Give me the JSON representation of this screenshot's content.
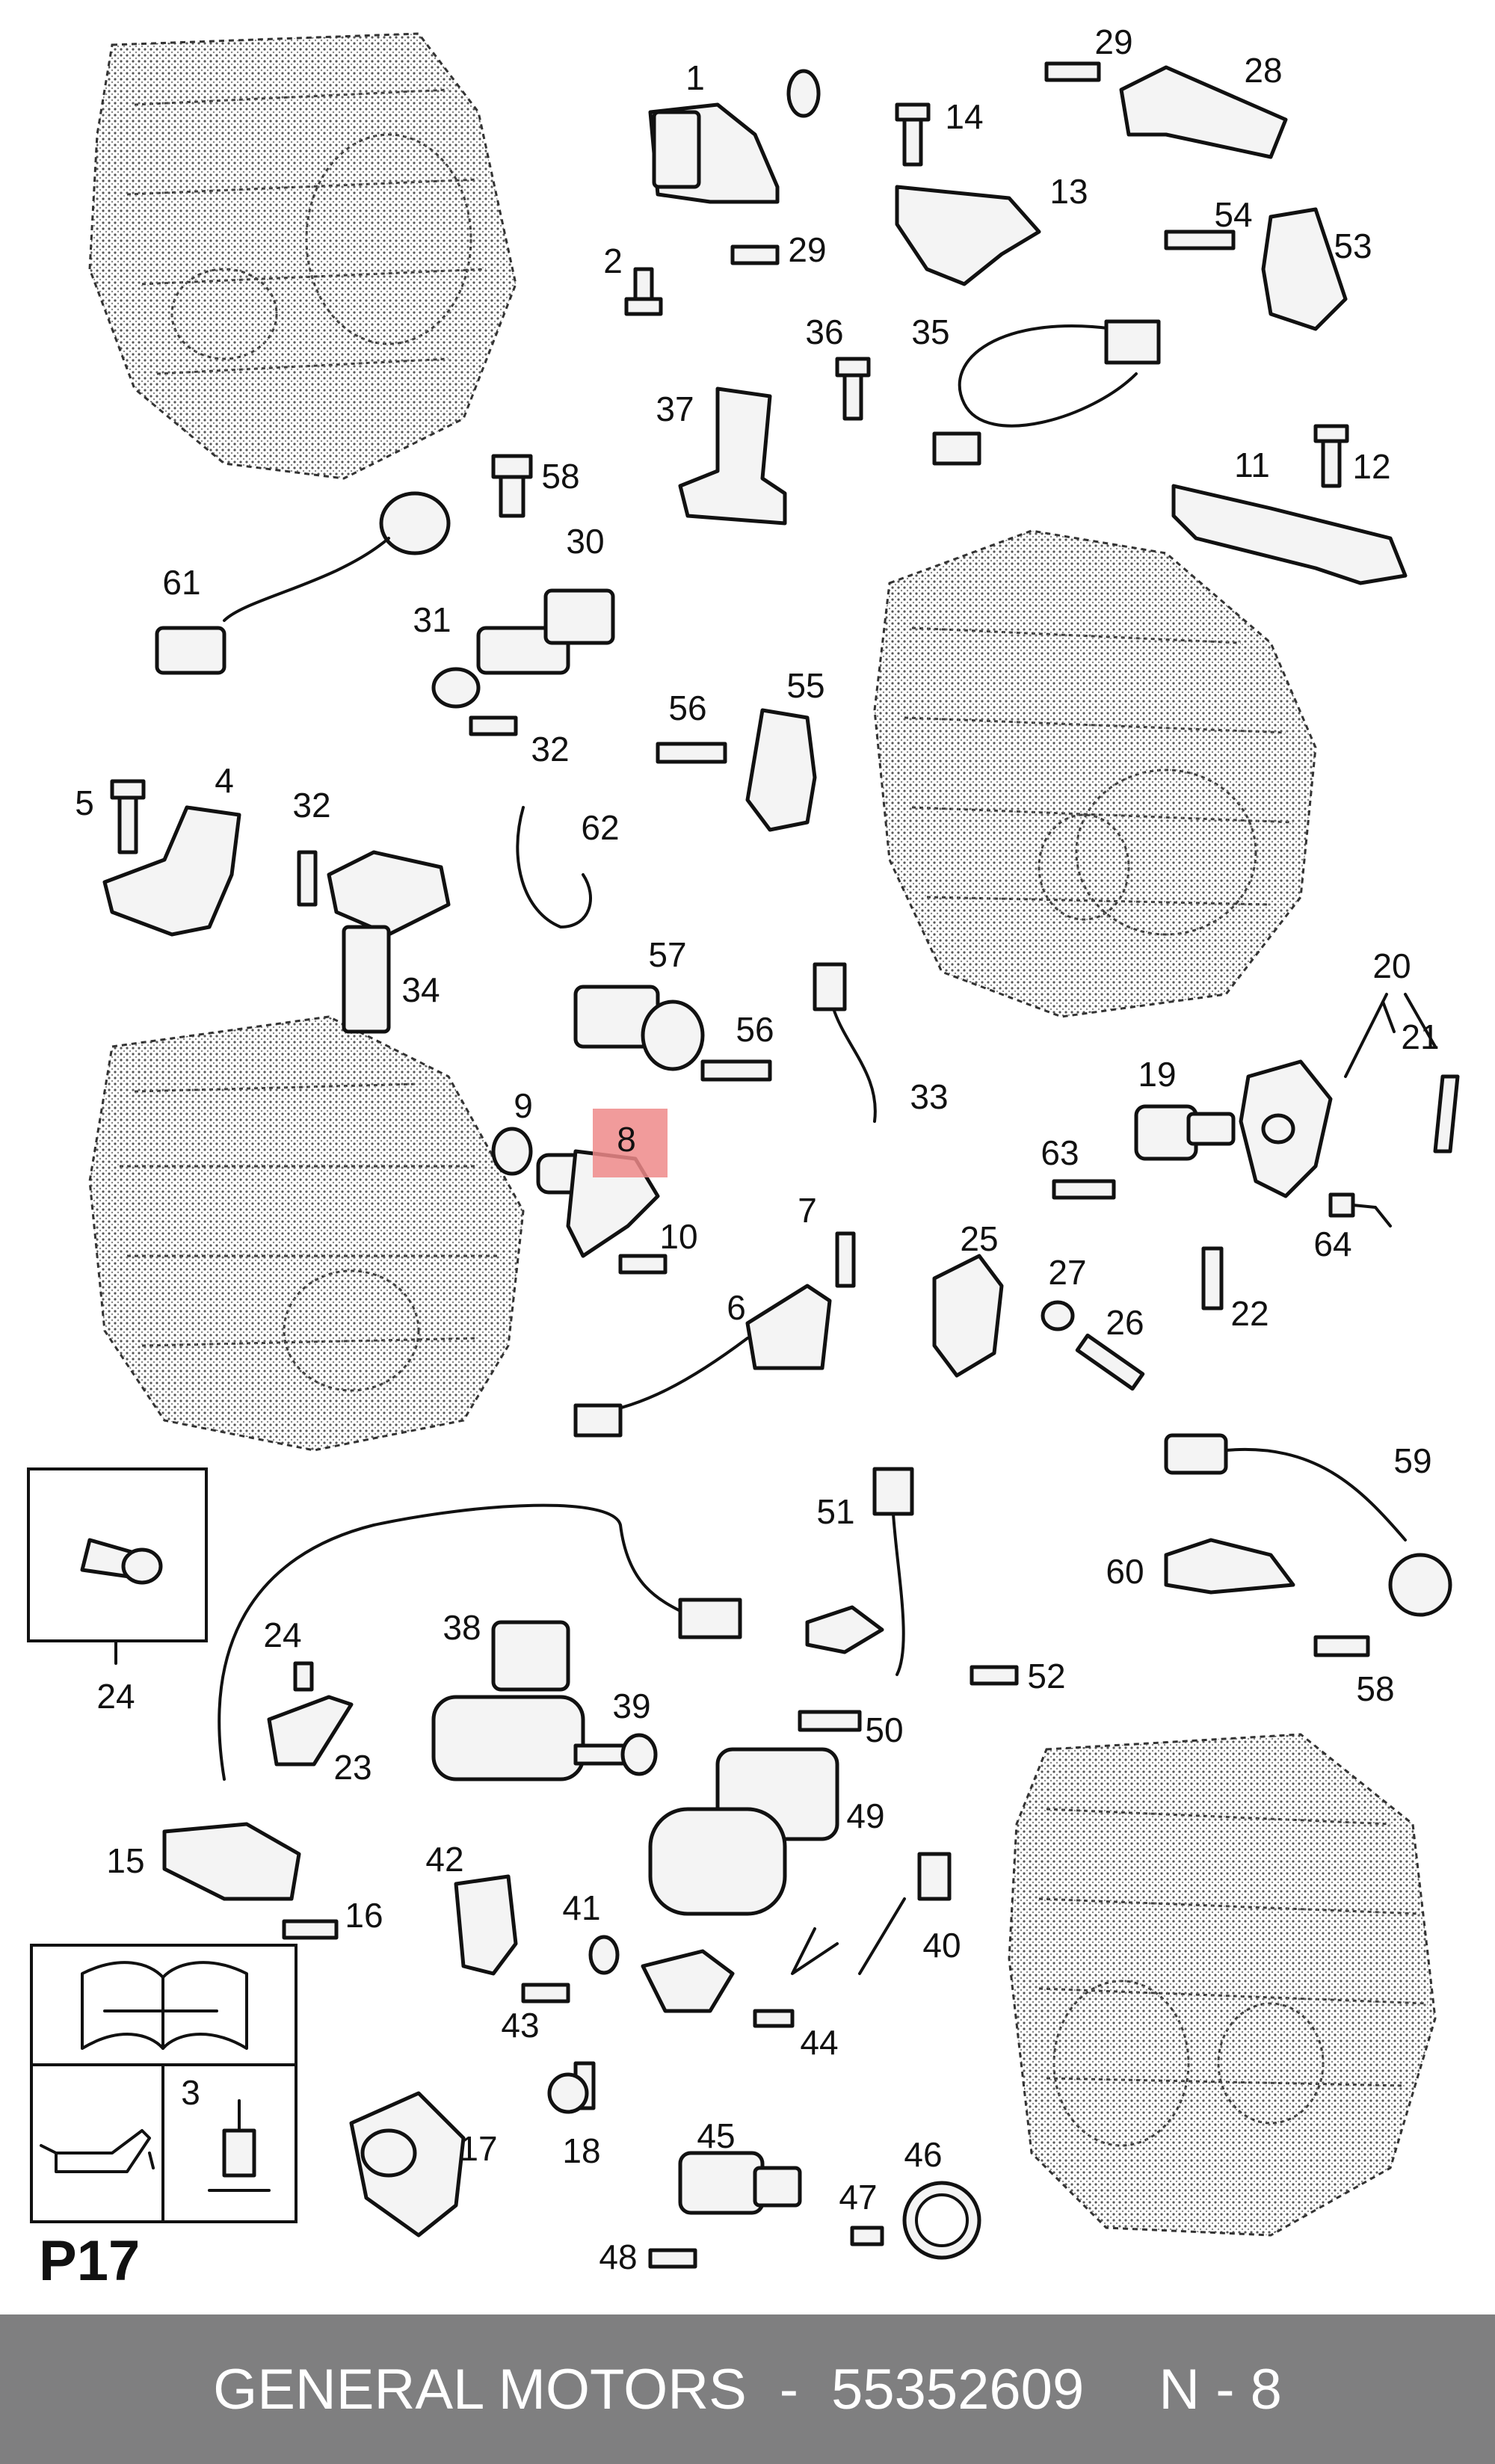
{
  "diagram": {
    "page_code": "P17",
    "highlighted_callout": "8",
    "callouts": [
      {
        "id": "c1",
        "text": "1"
      },
      {
        "id": "c2",
        "text": "2"
      },
      {
        "id": "c3",
        "text": "3"
      },
      {
        "id": "c4",
        "text": "4"
      },
      {
        "id": "c5",
        "text": "5"
      },
      {
        "id": "c6",
        "text": "6"
      },
      {
        "id": "c7",
        "text": "7"
      },
      {
        "id": "c8",
        "text": "8"
      },
      {
        "id": "c9",
        "text": "9"
      },
      {
        "id": "c10",
        "text": "10"
      },
      {
        "id": "c11",
        "text": "11"
      },
      {
        "id": "c12",
        "text": "12"
      },
      {
        "id": "c13",
        "text": "13"
      },
      {
        "id": "c14",
        "text": "14"
      },
      {
        "id": "c15",
        "text": "15"
      },
      {
        "id": "c16",
        "text": "16"
      },
      {
        "id": "c17",
        "text": "17"
      },
      {
        "id": "c18",
        "text": "18"
      },
      {
        "id": "c19",
        "text": "19"
      },
      {
        "id": "c20",
        "text": "20"
      },
      {
        "id": "c21",
        "text": "21"
      },
      {
        "id": "c22",
        "text": "22"
      },
      {
        "id": "c23",
        "text": "23"
      },
      {
        "id": "c24a",
        "text": "24"
      },
      {
        "id": "c24b",
        "text": "24"
      },
      {
        "id": "c25",
        "text": "25"
      },
      {
        "id": "c26",
        "text": "26"
      },
      {
        "id": "c27",
        "text": "27"
      },
      {
        "id": "c28",
        "text": "28"
      },
      {
        "id": "c29a",
        "text": "29"
      },
      {
        "id": "c29b",
        "text": "29"
      },
      {
        "id": "c30",
        "text": "30"
      },
      {
        "id": "c31",
        "text": "31"
      },
      {
        "id": "c32a",
        "text": "32"
      },
      {
        "id": "c32b",
        "text": "32"
      },
      {
        "id": "c33",
        "text": "33"
      },
      {
        "id": "c34",
        "text": "34"
      },
      {
        "id": "c35",
        "text": "35"
      },
      {
        "id": "c36",
        "text": "36"
      },
      {
        "id": "c37",
        "text": "37"
      },
      {
        "id": "c38",
        "text": "38"
      },
      {
        "id": "c39",
        "text": "39"
      },
      {
        "id": "c40",
        "text": "40"
      },
      {
        "id": "c41",
        "text": "41"
      },
      {
        "id": "c42",
        "text": "42"
      },
      {
        "id": "c43",
        "text": "43"
      },
      {
        "id": "c44",
        "text": "44"
      },
      {
        "id": "c45",
        "text": "45"
      },
      {
        "id": "c46",
        "text": "46"
      },
      {
        "id": "c47",
        "text": "47"
      },
      {
        "id": "c48",
        "text": "48"
      },
      {
        "id": "c49",
        "text": "49"
      },
      {
        "id": "c50",
        "text": "50"
      },
      {
        "id": "c51",
        "text": "51"
      },
      {
        "id": "c52",
        "text": "52"
      },
      {
        "id": "c53",
        "text": "53"
      },
      {
        "id": "c54",
        "text": "54"
      },
      {
        "id": "c55",
        "text": "55"
      },
      {
        "id": "c56a",
        "text": "56"
      },
      {
        "id": "c56b",
        "text": "56"
      },
      {
        "id": "c57",
        "text": "57"
      },
      {
        "id": "c58a",
        "text": "58"
      },
      {
        "id": "c58b",
        "text": "58"
      },
      {
        "id": "c59",
        "text": "59"
      },
      {
        "id": "c60",
        "text": "60"
      },
      {
        "id": "c61",
        "text": "61"
      },
      {
        "id": "c62",
        "text": "62"
      },
      {
        "id": "c63",
        "text": "63"
      },
      {
        "id": "c64",
        "text": "64"
      }
    ]
  },
  "footer": {
    "brand": "GENERAL MOTORS",
    "separator": "-",
    "part_number": "55352609",
    "position": "N - 8"
  }
}
